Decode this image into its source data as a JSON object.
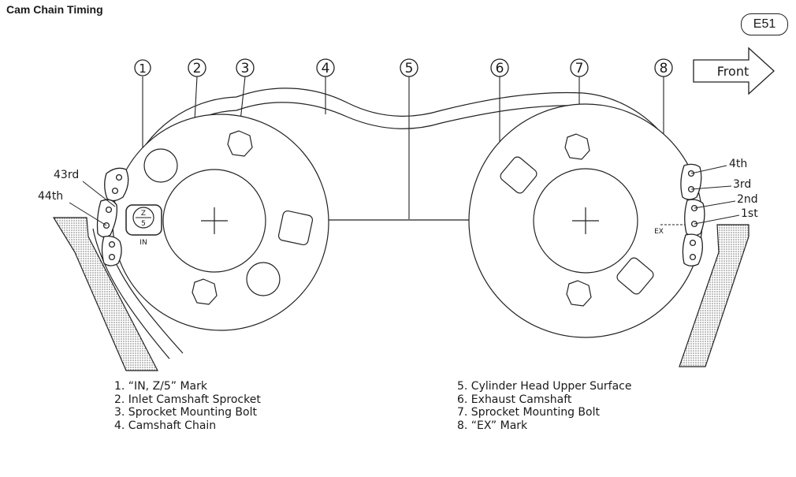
{
  "page": {
    "title": "Cam Chain Timing",
    "code": "E51"
  },
  "diagram": {
    "callouts": [
      "①",
      "2",
      "3",
      "4",
      "5",
      "6",
      "7",
      "8"
    ],
    "front_label": "Front",
    "inlet_mark_top": "Z",
    "inlet_mark_bottom": "5",
    "inlet_mark_label": "IN",
    "exhaust_mark_label": "EX",
    "pin_labels_left": [
      "43rd",
      "44th"
    ],
    "pin_labels_right": [
      "4th",
      "3rd",
      "2nd",
      "1st"
    ]
  },
  "legend": {
    "left": [
      "1.  “IN, Z/5” Mark",
      "2.  Inlet Camshaft Sprocket",
      "3.  Sprocket Mounting Bolt",
      "4.  Camshaft Chain"
    ],
    "right": [
      "5.  Cylinder Head Upper Surface",
      "6.  Exhaust Camshaft",
      "7.  Sprocket Mounting Bolt",
      "8.  “EX” Mark"
    ]
  }
}
